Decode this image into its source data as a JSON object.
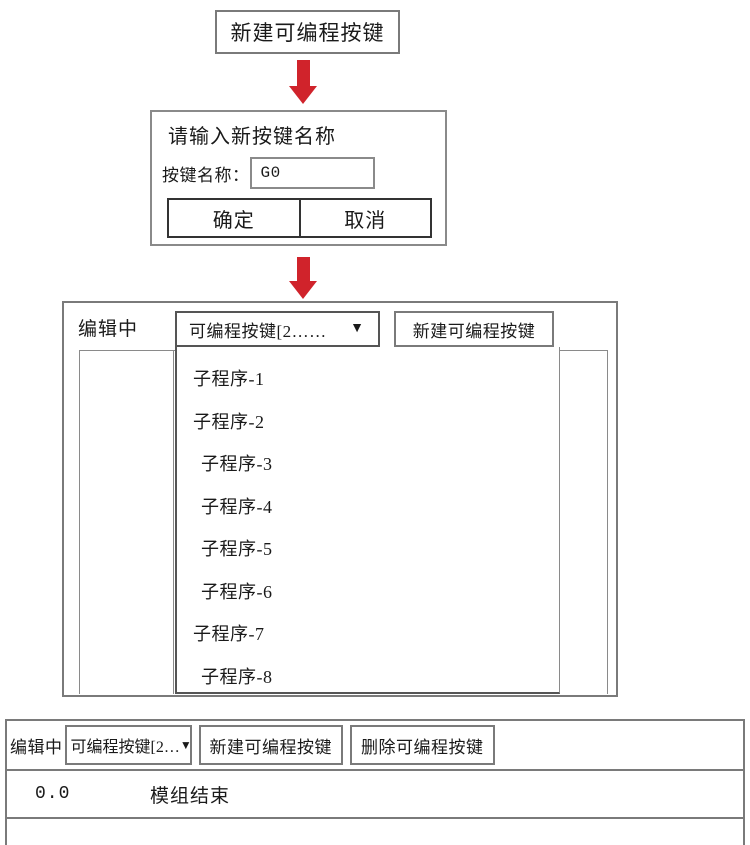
{
  "step1": {
    "button_label": "新建可编程按键"
  },
  "arrows": {
    "color": "#d0232b",
    "direction": "down",
    "count": 2
  },
  "dialog": {
    "title": "请输入新按键名称",
    "field_label": "按键名称：",
    "input_value": "G0",
    "input_placeholder": "",
    "confirm_label": "确定",
    "cancel_label": "取消"
  },
  "mid_panel": {
    "status_label": "编辑中",
    "dropdown": {
      "selected": "可编程按键[2……",
      "caret": "▼",
      "expanded": true,
      "options": [
        {
          "label": "子程序-1",
          "indent": 0
        },
        {
          "label": "子程序-2",
          "indent": 0
        },
        {
          "label": "子程序-3",
          "indent": 1
        },
        {
          "label": "子程序-4",
          "indent": 1
        },
        {
          "label": "子程序-5",
          "indent": 1
        },
        {
          "label": "子程序-6",
          "indent": 1
        },
        {
          "label": "子程序-7",
          "indent": 0
        },
        {
          "label": "子程序-8",
          "indent": 1
        }
      ]
    },
    "new_button_label": "新建可编程按键"
  },
  "bottom_panel": {
    "status_label": "编辑中",
    "dropdown": {
      "selected": "可编程按键[2…",
      "caret": "▼"
    },
    "new_button_label": "新建可编程按键",
    "delete_button_label": "删除可编程按键",
    "rows": [
      {
        "index": "0.0",
        "text": "模组结束"
      }
    ]
  }
}
